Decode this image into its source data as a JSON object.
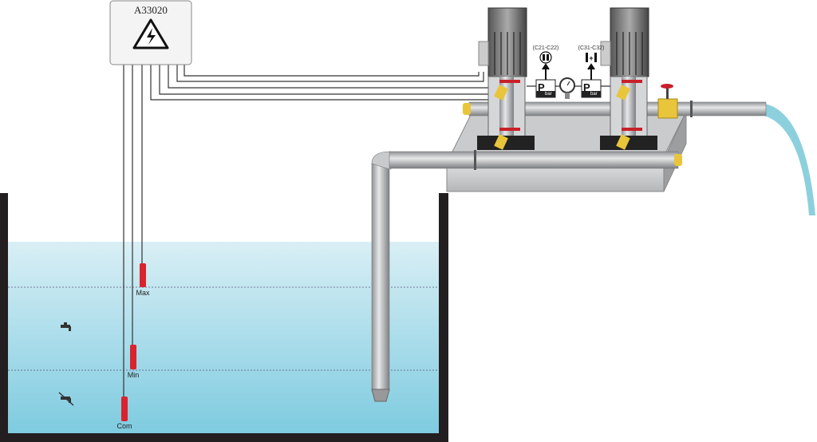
{
  "control_box": {
    "label": "A33020",
    "icon": "high-voltage-icon"
  },
  "pumps": [
    {
      "pressure_label": "P",
      "pressure_unit": "bar",
      "code": "(C21-C22)",
      "code_icon": "rotation-switch-icon"
    },
    {
      "pressure_label": "P",
      "pressure_unit": "bar",
      "code": "(C31-C32)",
      "code_icon": "contact-switch-icon"
    }
  ],
  "tank": {
    "float_switches": [
      {
        "label": "Max"
      },
      {
        "label": "Min"
      },
      {
        "label": "Com"
      }
    ],
    "icons": [
      "faucet-icon",
      "faucet-disabled-icon"
    ]
  },
  "colors": {
    "water_top": "#d9eff5",
    "water_bottom": "#7ecbe0",
    "float": "#d9232e",
    "valve": "#e8c53a",
    "pipe": "#b9bcbf"
  }
}
